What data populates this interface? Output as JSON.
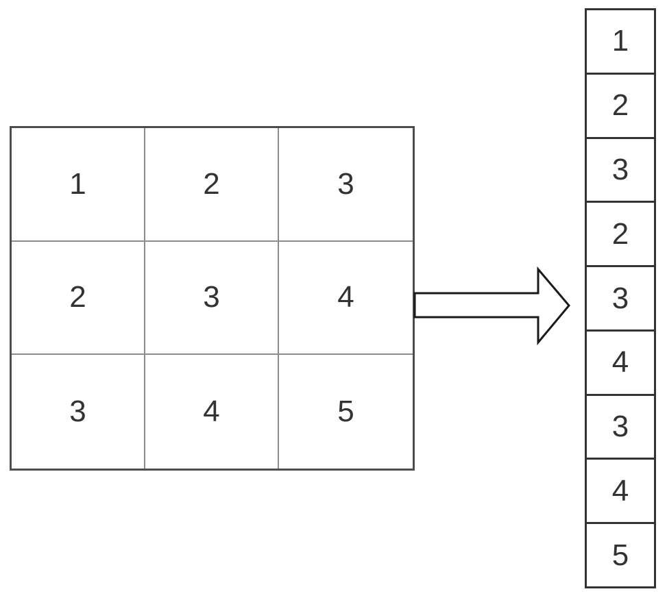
{
  "matrix": {
    "rows": [
      [
        "1",
        "2",
        "3"
      ],
      [
        "2",
        "3",
        "4"
      ],
      [
        "3",
        "4",
        "5"
      ]
    ]
  },
  "vector": {
    "values": [
      "1",
      "2",
      "3",
      "2",
      "3",
      "4",
      "3",
      "4",
      "5"
    ]
  }
}
